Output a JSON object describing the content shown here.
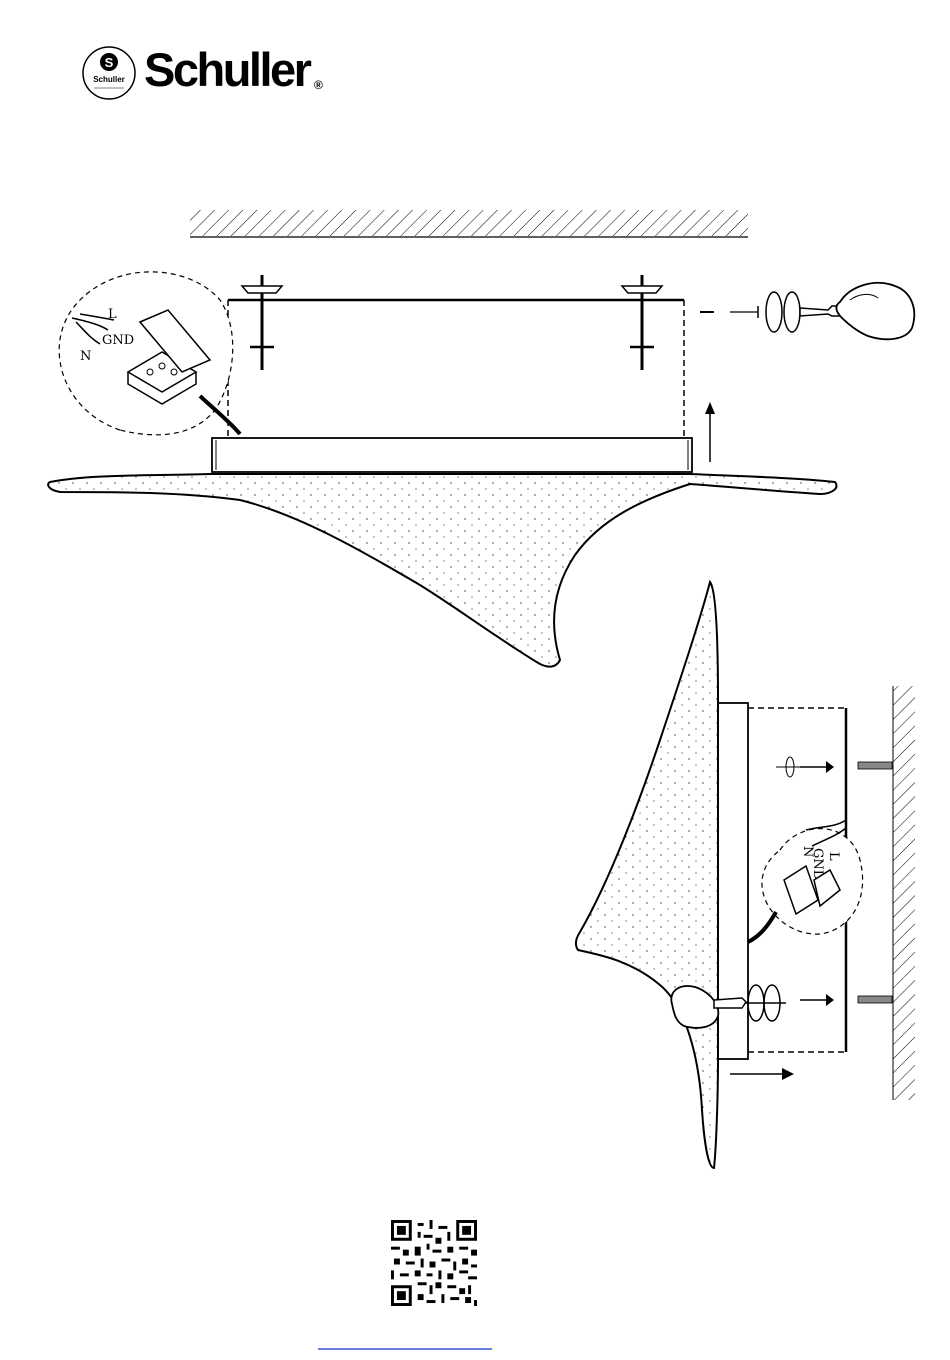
{
  "brand": {
    "name": "Schuller",
    "registered_mark": "®",
    "badge_text": "Schuller"
  },
  "wiring_top": {
    "live": "L",
    "neutral": "N",
    "ground": "GND"
  },
  "wiring_side": {
    "live": "L",
    "neutral": "N",
    "ground": "GND"
  },
  "icons": {
    "logo": "schuller-logo",
    "qr": "qr-code",
    "hand_top": "hand-screwdriver-icon",
    "hand_side": "hand-screwdriver-icon",
    "rotate": "rotate-arrows-icon"
  },
  "colors": {
    "ink": "#000000",
    "link": "#6a7fd6"
  }
}
